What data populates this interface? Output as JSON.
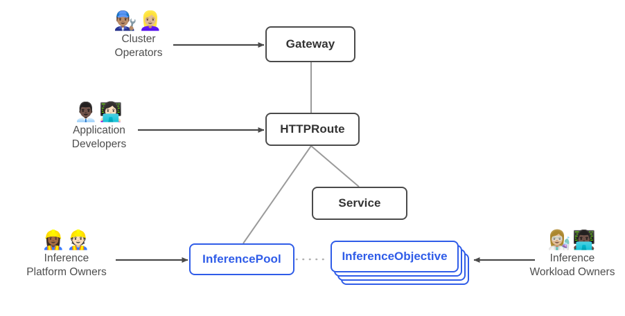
{
  "diagram": {
    "title": "Gateway API Inference Extension personas and resources",
    "colors": {
      "node_border_dark": "#4a4a4a",
      "node_text_dark": "#333333",
      "node_border_blue": "#2f5ce8",
      "node_text_blue": "#2f5ce8",
      "arrow": "#4a4a4a",
      "connector": "#9a9a9a",
      "dotted_connector": "#b0b0b0",
      "label_text": "#4d4d4d",
      "background": "#ffffff"
    }
  },
  "nodes": {
    "gateway": {
      "label": "Gateway",
      "style": "dark"
    },
    "httproute": {
      "label": "HTTPRoute",
      "style": "dark"
    },
    "service": {
      "label": "Service",
      "style": "dark"
    },
    "inferencepool": {
      "label": "InferencePool",
      "style": "blue"
    },
    "inferenceobjective": {
      "label": "InferenceObjective",
      "style": "blue",
      "stacked": true,
      "stack_count": 4
    }
  },
  "personas": {
    "cluster_operators": {
      "label": "Cluster\nOperators",
      "emoji": "👨🏽‍🔧👱🏼‍♀️",
      "icons": [
        "man-mechanic-icon",
        "woman-mechanic-icon"
      ],
      "target": "Gateway"
    },
    "application_developers": {
      "label": "Application\nDevelopers",
      "emoji": "👨🏿‍💼👩🏻‍💻",
      "icons": [
        "man-office-worker-icon",
        "woman-technologist-icon"
      ],
      "target": "HTTPRoute"
    },
    "inference_platform_owners": {
      "label": "Inference\nPlatform Owners",
      "emoji": "👷🏾‍♀️👷🏻",
      "icons": [
        "woman-construction-worker-icon",
        "man-construction-worker-icon"
      ],
      "target": "InferencePool"
    },
    "inference_workload_owners": {
      "label": "Inference\nWorkload Owners",
      "emoji": "👩🏼‍🔬👨🏿‍💻",
      "icons": [
        "woman-scientist-icon",
        "man-technologist-icon"
      ],
      "target": "InferenceObjective"
    }
  },
  "edges": [
    {
      "from": "cluster_operators",
      "to": "gateway",
      "kind": "arrow"
    },
    {
      "from": "application_developers",
      "to": "httproute",
      "kind": "arrow"
    },
    {
      "from": "inference_platform_owners",
      "to": "inferencepool",
      "kind": "arrow"
    },
    {
      "from": "inference_workload_owners",
      "to": "inferenceobjective",
      "kind": "arrow"
    },
    {
      "from": "gateway",
      "to": "httproute",
      "kind": "line"
    },
    {
      "from": "httproute",
      "to": "service",
      "kind": "line"
    },
    {
      "from": "httproute",
      "to": "inferencepool",
      "kind": "line"
    },
    {
      "from": "inferencepool",
      "to": "inferenceobjective",
      "kind": "dotted"
    }
  ]
}
